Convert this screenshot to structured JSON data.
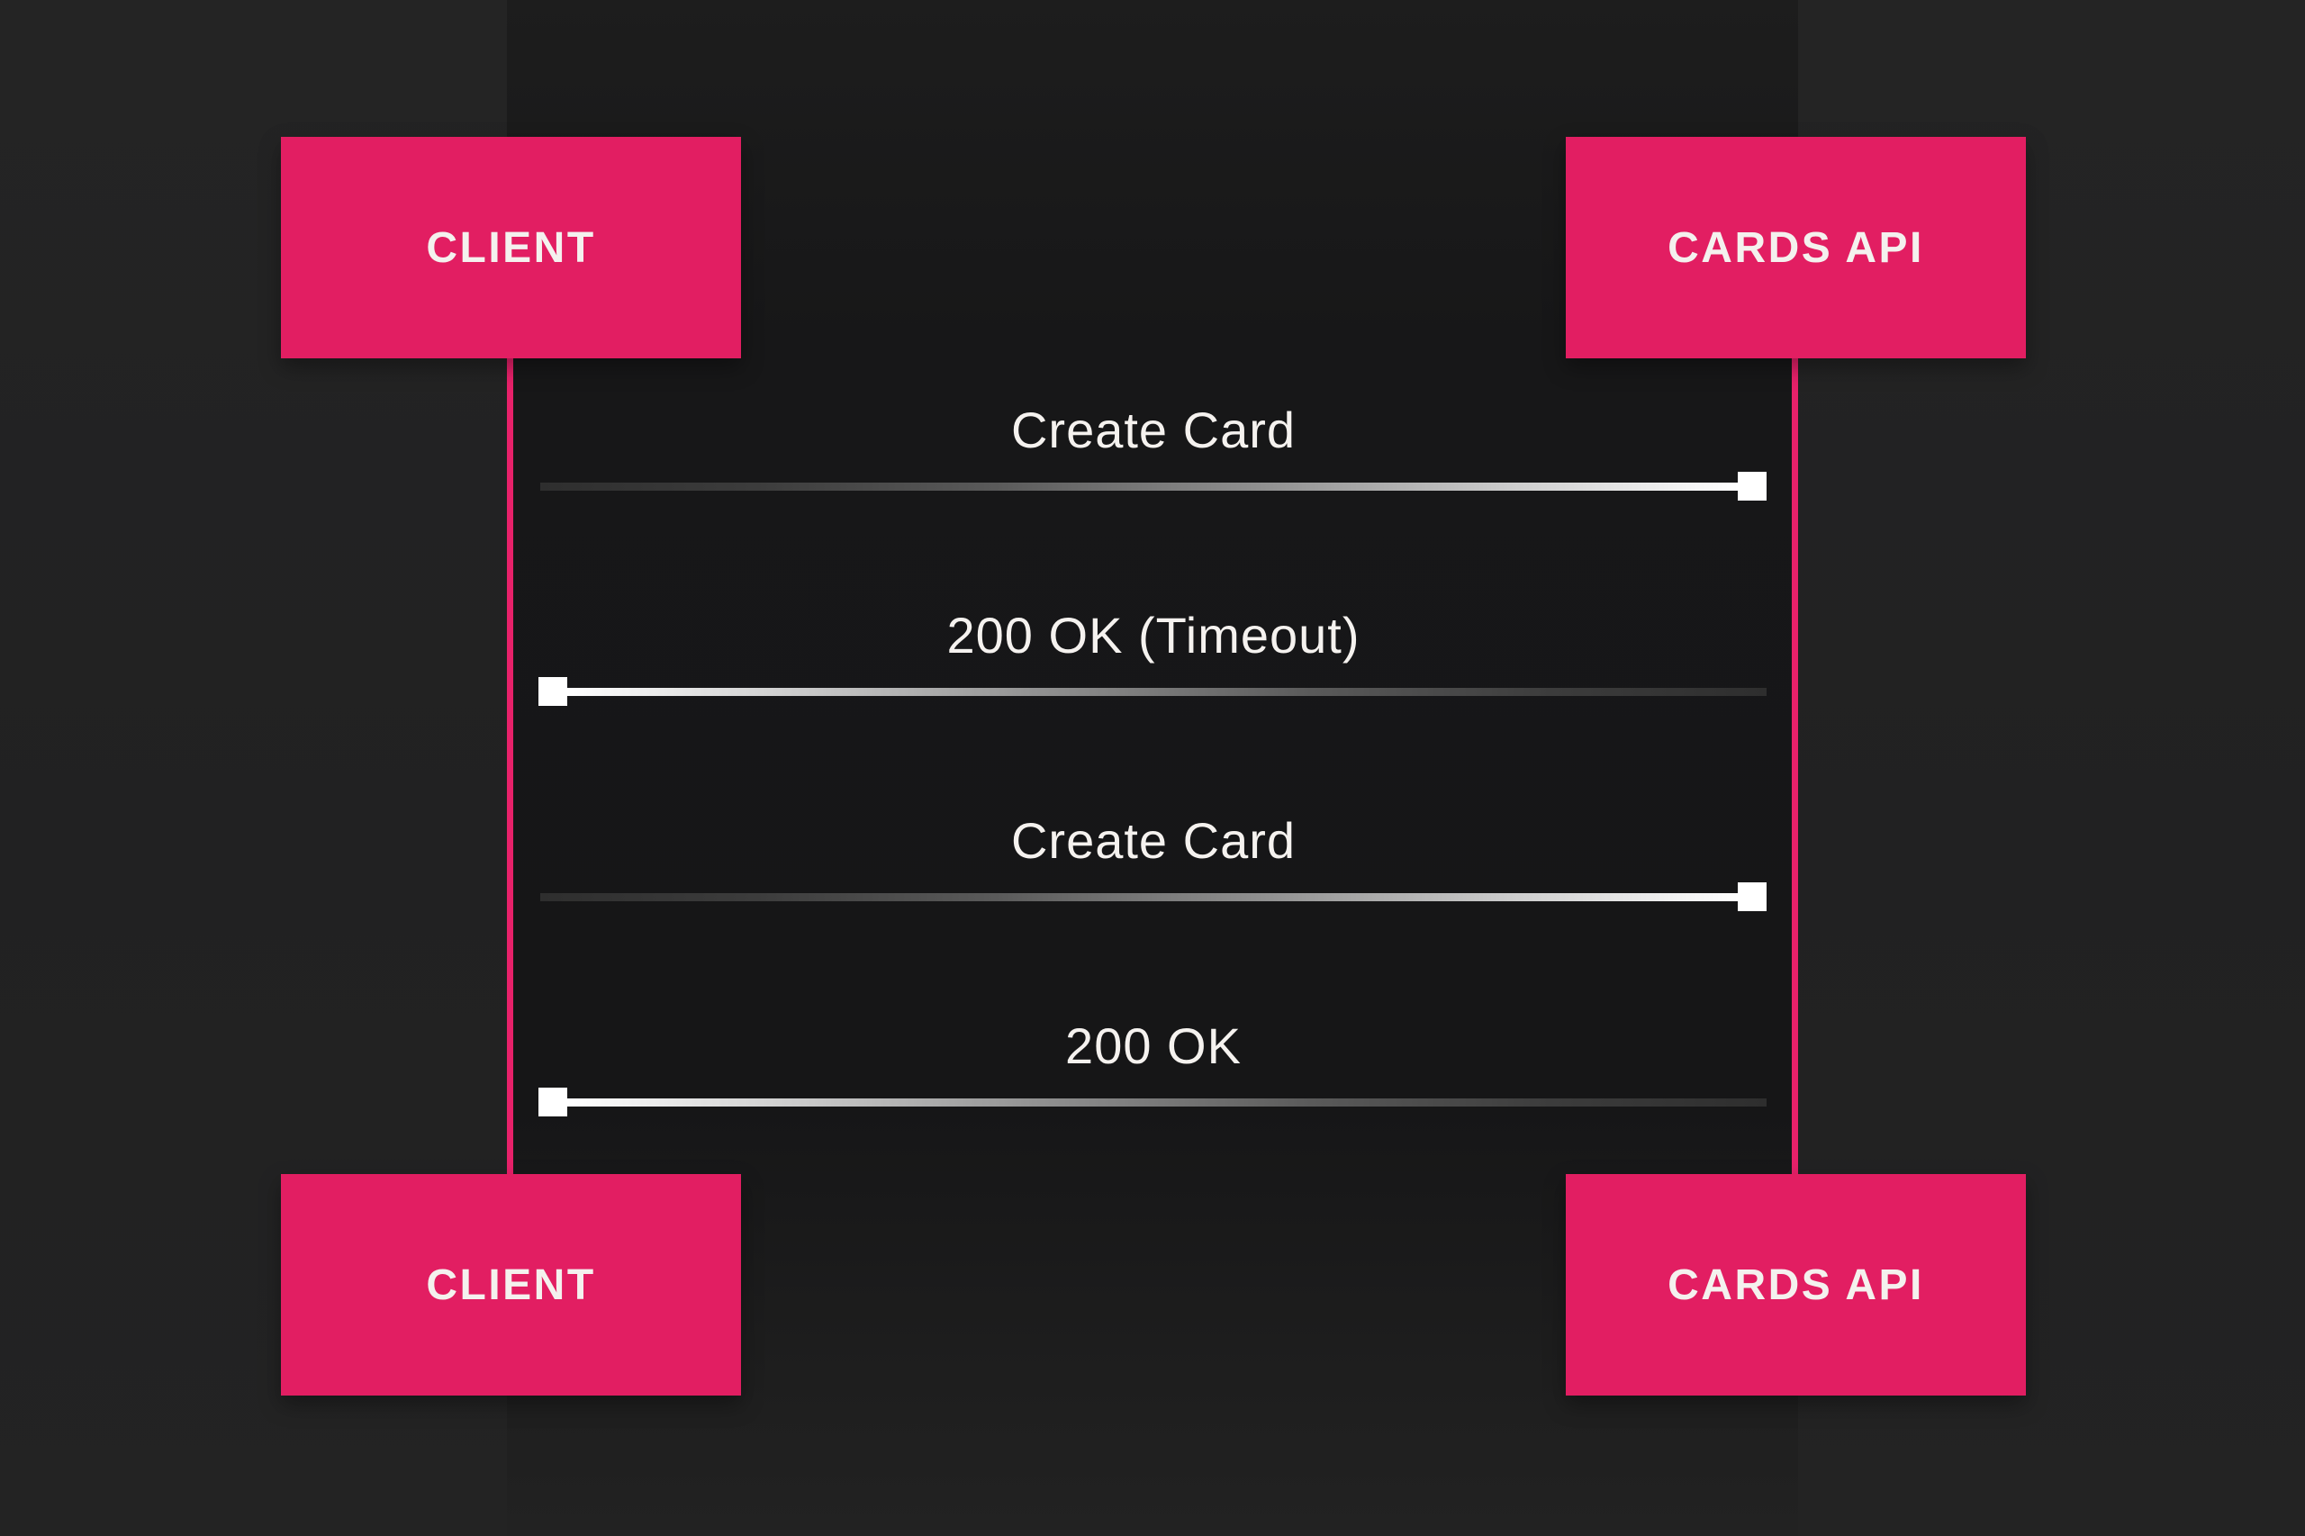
{
  "diagram": {
    "type": "sequence-diagram",
    "actors": [
      {
        "id": "client",
        "label": "CLIENT"
      },
      {
        "id": "cards-api",
        "label": "CARDS API"
      }
    ],
    "messages": [
      {
        "label": "Create Card",
        "from": "client",
        "to": "cards-api",
        "direction": "right"
      },
      {
        "label": "200 OK (Timeout)",
        "from": "cards-api",
        "to": "client",
        "direction": "left"
      },
      {
        "label": "Create Card",
        "from": "client",
        "to": "cards-api",
        "direction": "right"
      },
      {
        "label": "200 OK",
        "from": "cards-api",
        "to": "client",
        "direction": "left"
      }
    ],
    "colors": {
      "background": "#232323",
      "panel": "#171718",
      "actor_box": "#e21e62",
      "lifeline": "#e8216a",
      "text": "#f5f2ef",
      "arrow_endpoint": "#ffffff"
    }
  }
}
